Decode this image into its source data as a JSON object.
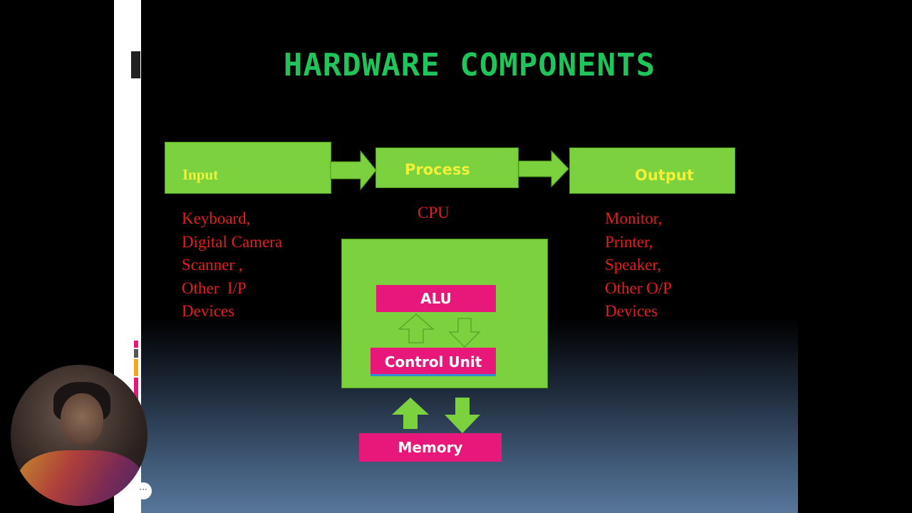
{
  "slide": {
    "title": "HARDWARE COMPONENTS",
    "input_label": "Input",
    "process_label": "Process",
    "output_label": "Output",
    "cpu_label": "CPU",
    "input_devices": "Keyboard,\nDigital Camera\nScanner ,\nOther  I/P\nDevices",
    "output_devices": "Monitor,\nPrinter,\nSpeaker,\nOther O/P\nDevices",
    "alu_label": "ALU",
    "control_unit_label": "Control  Unit",
    "memory_label": "Memory"
  },
  "overlay": {
    "more_button_label": "···"
  },
  "colors": {
    "title": "#1fc55a",
    "box_green": "#7cd13f",
    "box_label": "#f3f03a",
    "device_text": "#e31f1f",
    "pink": "#e8187a"
  },
  "icons": [
    "arrow-right-icon",
    "arrow-up-outline-icon",
    "arrow-down-outline-icon",
    "arrow-up-icon",
    "arrow-down-icon",
    "more-icon"
  ]
}
